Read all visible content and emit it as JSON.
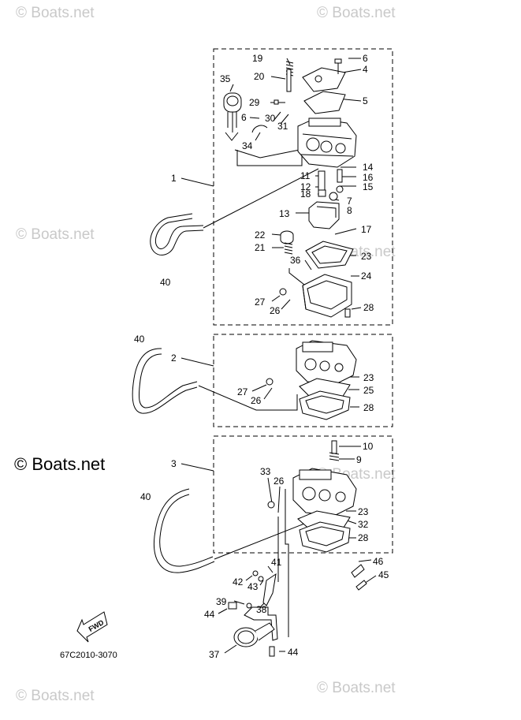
{
  "watermark": {
    "symbol": "©",
    "text": "Boats.net"
  },
  "watermark_main": "© Boats.net",
  "drawing_code": "67C2010-3070",
  "fwd_label": "FWD",
  "callouts": {
    "c1": "1",
    "c2": "2",
    "c3": "3",
    "c4": "4",
    "c5": "5",
    "c6a": "6",
    "c6b": "6",
    "c7": "7",
    "c8": "8",
    "c9": "9",
    "c10": "10",
    "c11": "11",
    "c12": "12",
    "c13": "13",
    "c14": "14",
    "c15": "15",
    "c16": "16",
    "c17": "17",
    "c18": "18",
    "c19": "19",
    "c20": "20",
    "c21": "21",
    "c22": "22",
    "c23a": "23",
    "c23b": "23",
    "c23c": "23",
    "c24": "24",
    "c25": "25",
    "c26a": "26",
    "c26b": "26",
    "c26c": "26",
    "c27a": "27",
    "c27b": "27",
    "c28a": "28",
    "c28b": "28",
    "c28c": "28",
    "c29": "29",
    "c30": "30",
    "c31": "31",
    "c32": "32",
    "c33": "33",
    "c34": "34",
    "c35": "35",
    "c36": "36",
    "c37": "37",
    "c38": "38",
    "c39": "39",
    "c40a": "40",
    "c40b": "40",
    "c40c": "40",
    "c41": "41",
    "c42": "42",
    "c43": "43",
    "c44a": "44",
    "c44b": "44",
    "c45": "45",
    "c46": "46"
  }
}
